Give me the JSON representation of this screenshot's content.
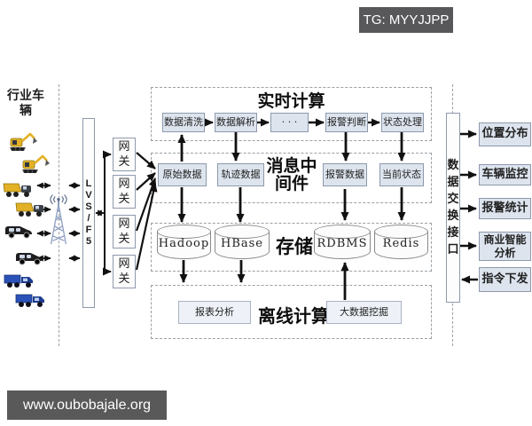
{
  "badge": {
    "tg_label": "TG: MYYJJPP"
  },
  "watermark": {
    "url_label": "www.oubobajale.org"
  },
  "left": {
    "vehicles_label": "行业车\n辆",
    "vehicle_icons": [
      "excavator-icon",
      "excavator-icon",
      "dump-truck-icon",
      "dump-truck-icon",
      "van-icon",
      "van-icon",
      "truck-blue-icon",
      "truck-blue-icon"
    ],
    "tower_icon": "signal-tower-icon",
    "load_balancer_label": "L\nV\nS\n/\nF\n5",
    "gateway_label": "网\n关"
  },
  "sections": {
    "realtime": {
      "title": "实时计算",
      "boxes": [
        "数据清洗",
        "数据解析",
        "· · ·",
        "报警判断",
        "状态处理"
      ]
    },
    "middleware": {
      "title": "消息中\n间件",
      "boxes": [
        "原始数据",
        "轨迹数据",
        "报警数据",
        "当前状态"
      ]
    },
    "storage": {
      "title": "存储",
      "cylinders": [
        "Hadoop",
        "HBase",
        "RDBMS",
        "Redis"
      ]
    },
    "offline": {
      "title": "离线计算",
      "boxes": [
        "报表分析",
        "大数据挖掘"
      ]
    }
  },
  "right": {
    "exchange_label": "数\n据\n交\n换\n接\n口",
    "apps": [
      "位置分布",
      "车辆监控",
      "报警统计",
      "商业智能\n分析",
      "指令下发"
    ]
  },
  "colors": {
    "box_fill": "#dde4ee",
    "box_border": "#8e99ab",
    "dash_border": "#9aa0a6",
    "arrow": "#111111",
    "badge_bg": "#58585a",
    "watermark_bg": "#595959"
  }
}
